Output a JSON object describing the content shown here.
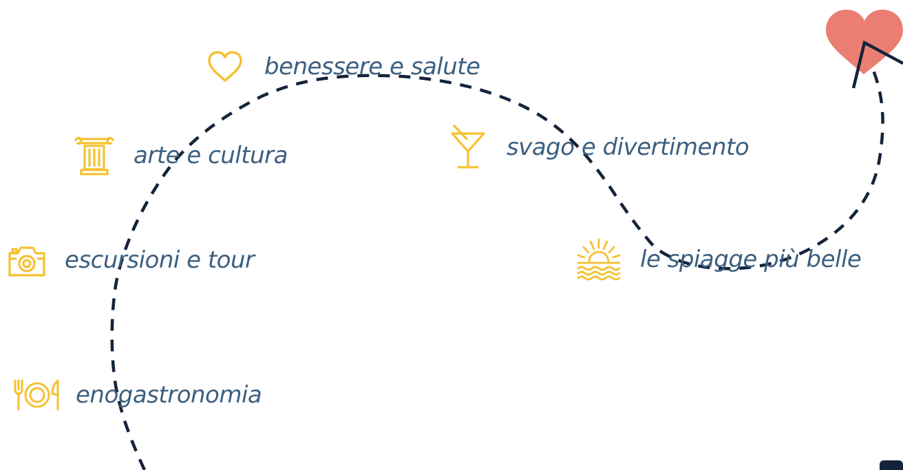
{
  "colors": {
    "label": "#3b5f80",
    "icon": "#f5c130",
    "path": "#14233a",
    "heart": "#eb7e72"
  },
  "categories": [
    {
      "id": "benessere",
      "label": "benessere e salute",
      "icon": "heart-outline-icon"
    },
    {
      "id": "arte",
      "label": "arte e cultura",
      "icon": "column-icon"
    },
    {
      "id": "svago",
      "label": "svago e divertimento",
      "icon": "cocktail-icon"
    },
    {
      "id": "escursioni",
      "label": "escursioni e tour",
      "icon": "camera-icon"
    },
    {
      "id": "spiagge",
      "label": "le spiagge più belle",
      "icon": "sunset-sea-icon"
    },
    {
      "id": "enogastronomia",
      "label": "enogastronomia",
      "icon": "dining-icon"
    }
  ],
  "decorations": {
    "destination_icon": "heart-filled-icon",
    "route": "dashed-route-line"
  }
}
